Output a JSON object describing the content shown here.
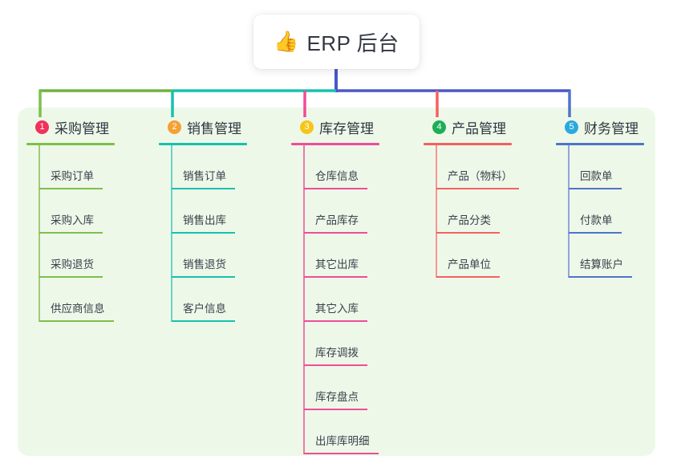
{
  "root": {
    "icon": "thumbs-up-emoji",
    "icon_glyph": "👍",
    "title": "ERP 后台"
  },
  "colors": {
    "panel_background": "#eef8e9",
    "page_background": "#ffffff",
    "root_text": "#333842",
    "item_text": "#3a414b",
    "trunk": "#4a56c8",
    "branch_green": "#6fb33e",
    "branch_teal": "#16c2ae",
    "branch_indigo": "#4a56c8",
    "drop_green": "#7cc04a",
    "drop_teal": "#16c2ae",
    "drop_magenta": "#ef4d97",
    "drop_red": "#f4615f",
    "drop_blue": "#4f74c8"
  },
  "columns": [
    {
      "index": "1",
      "badge_color": "#f0325c",
      "label": "采购管理",
      "rule_color": "#7cc04a",
      "line_color": "#9ecb7c",
      "rule_width": 110,
      "items": [
        {
          "label": "采购订单",
          "rule_width": 79
        },
        {
          "label": "采购入库",
          "rule_width": 79
        },
        {
          "label": "采购退货",
          "rule_width": 79
        },
        {
          "label": "供应商信息",
          "rule_width": 93
        }
      ]
    },
    {
      "index": "2",
      "badge_color": "#f5a033",
      "label": "销售管理",
      "rule_color": "#16c2ae",
      "line_color": "#6ad2c6",
      "rule_width": 110,
      "items": [
        {
          "label": "销售订单",
          "rule_width": 79
        },
        {
          "label": "销售出库",
          "rule_width": 79
        },
        {
          "label": "销售退货",
          "rule_width": 79
        },
        {
          "label": "客户信息",
          "rule_width": 79
        }
      ]
    },
    {
      "index": "3",
      "badge_color": "#f5c518",
      "label": "库存管理",
      "rule_color": "#ef4d97",
      "line_color": "#ef77ad",
      "rule_width": 110,
      "items": [
        {
          "label": "仓库信息",
          "rule_width": 79
        },
        {
          "label": "产品库存",
          "rule_width": 79
        },
        {
          "label": "其它出库",
          "rule_width": 79
        },
        {
          "label": "其它入库",
          "rule_width": 79
        },
        {
          "label": "库存调拨",
          "rule_width": 79
        },
        {
          "label": "库存盘点",
          "rule_width": 79
        },
        {
          "label": "出库库明细",
          "rule_width": 93
        }
      ]
    },
    {
      "index": "4",
      "badge_color": "#1dae57",
      "label": "产品管理",
      "rule_color": "#f4615f",
      "line_color": "#f79694",
      "rule_width": 110,
      "items": [
        {
          "label": "产品（物料）",
          "rule_width": 103
        },
        {
          "label": "产品分类",
          "rule_width": 79
        },
        {
          "label": "产品单位",
          "rule_width": 79
        }
      ]
    },
    {
      "index": "5",
      "badge_color": "#2aa9e0",
      "label": "财务管理",
      "rule_color": "#4f74c8",
      "line_color": "#8fa6dd",
      "rule_width": 110,
      "items": [
        {
          "label": "回款单",
          "rule_width": 66
        },
        {
          "label": "付款单",
          "rule_width": 66
        },
        {
          "label": "结算账户",
          "rule_width": 79
        }
      ]
    }
  ]
}
